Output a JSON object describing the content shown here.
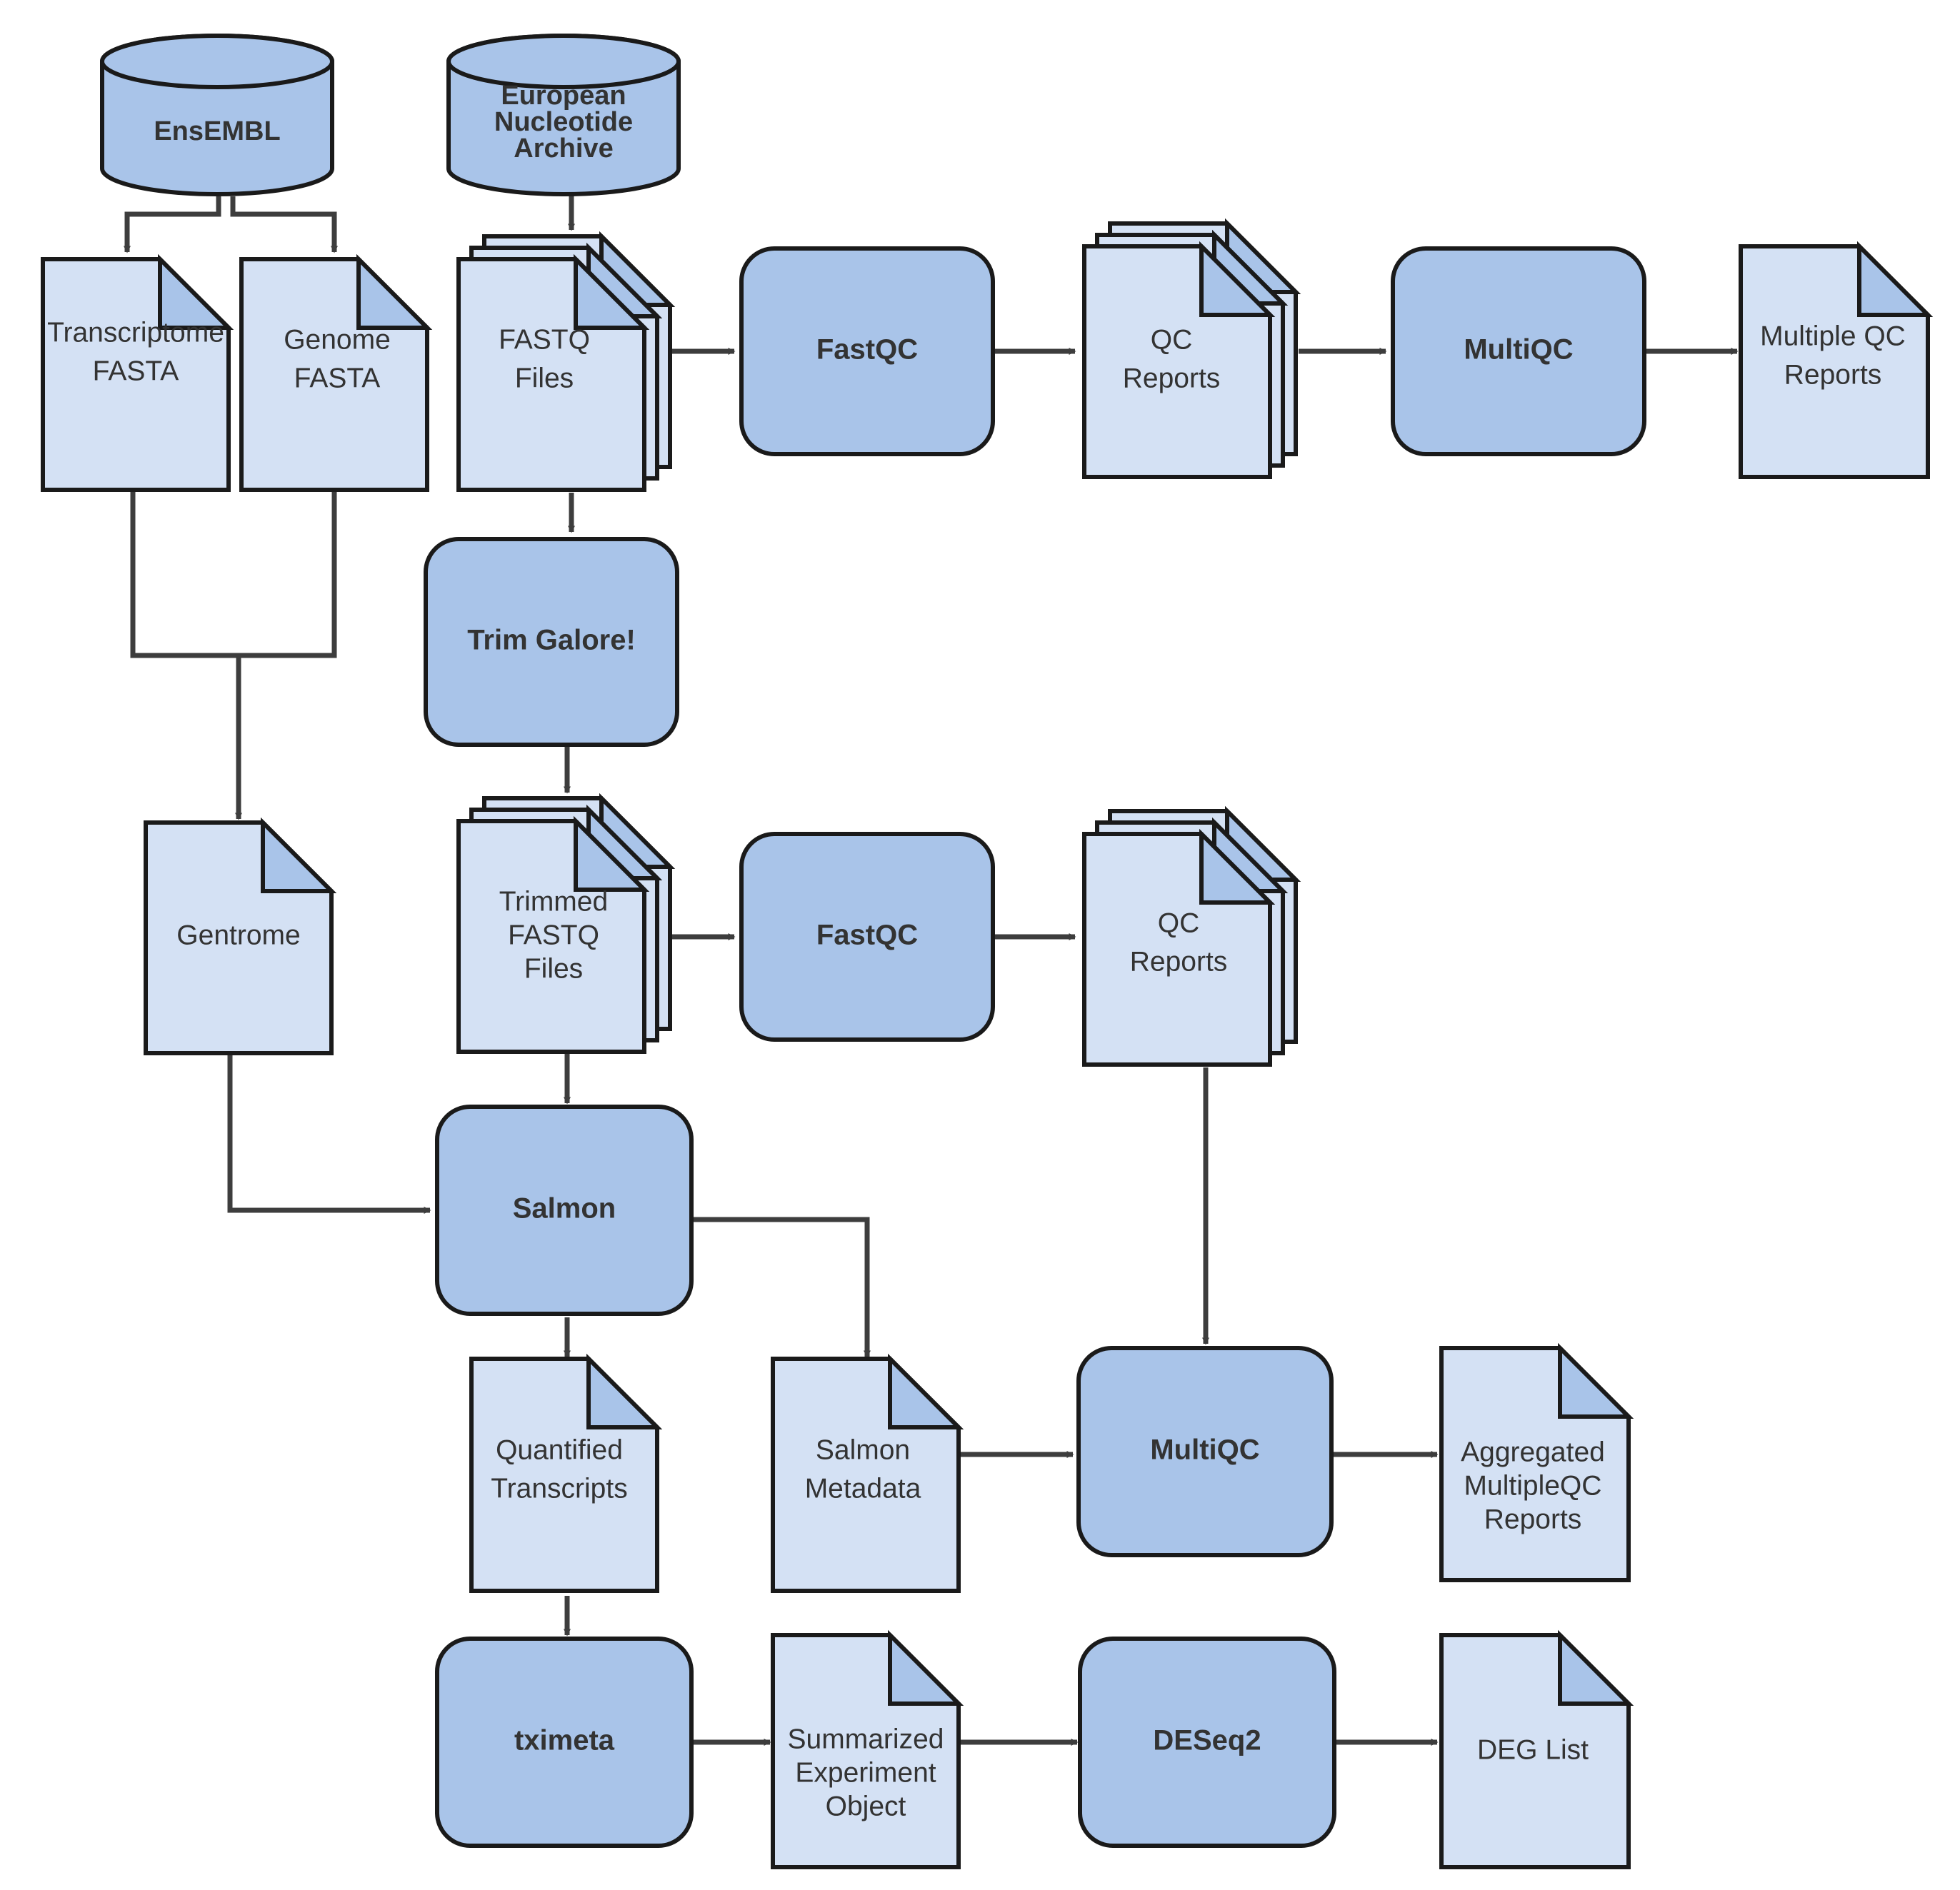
{
  "colors": {
    "process_fill": "#a9c4e9",
    "document_fill": "#d4e1f4",
    "database_fill": "#a9c4e9",
    "stroke": "#1a1a1a",
    "connector": "#3d3d3d",
    "text": "#333333"
  },
  "databases": {
    "ensembl": {
      "lines": [
        "EnsEMBL"
      ]
    },
    "ena": {
      "lines": [
        "European",
        "Nucleotide",
        "Archive"
      ]
    }
  },
  "processes": {
    "fastqc_1": {
      "label": "FastQC"
    },
    "multiqc_1": {
      "label": "MultiQC"
    },
    "trim_galore": {
      "label": "Trim Galore!"
    },
    "fastqc_2": {
      "label": "FastQC"
    },
    "salmon": {
      "label": "Salmon"
    },
    "multiqc_2": {
      "label": "MultiQC"
    },
    "tximeta": {
      "label": "tximeta"
    },
    "deseq2": {
      "label": "DESeq2"
    }
  },
  "documents": {
    "transcriptome_fasta": {
      "lines": [
        "Transcriptome",
        "FASTA"
      ],
      "stacked": false
    },
    "genome_fasta": {
      "lines": [
        "Genome",
        "FASTA"
      ],
      "stacked": false
    },
    "fastq_files": {
      "lines": [
        "FASTQ",
        "Files"
      ],
      "stacked": true
    },
    "qc_reports_1": {
      "lines": [
        "QC",
        "Reports"
      ],
      "stacked": true
    },
    "multiple_qc_reports": {
      "lines": [
        "Multiple QC",
        "Reports"
      ],
      "stacked": false
    },
    "gentrome": {
      "lines": [
        "Gentrome"
      ],
      "stacked": false
    },
    "trimmed_fastq_files": {
      "lines": [
        "Trimmed",
        "FASTQ",
        "Files"
      ],
      "stacked": true
    },
    "qc_reports_2": {
      "lines": [
        "QC",
        "Reports"
      ],
      "stacked": true
    },
    "quantified_transcripts": {
      "lines": [
        "Quantified",
        "Transcripts"
      ],
      "stacked": false
    },
    "salmon_metadata": {
      "lines": [
        "Salmon",
        "Metadata"
      ],
      "stacked": false
    },
    "aggregated_reports": {
      "lines": [
        "Aggregated",
        "MultipleQC",
        "Reports"
      ],
      "stacked": false
    },
    "summarized_experiment": {
      "lines": [
        "Summarized",
        "Experiment",
        "Object"
      ],
      "stacked": false
    },
    "deg_list": {
      "lines": [
        "DEG List"
      ],
      "stacked": false
    }
  },
  "connections": [
    {
      "from": "ensembl",
      "to": "transcriptome_fasta"
    },
    {
      "from": "ensembl",
      "to": "genome_fasta"
    },
    {
      "from": "ena",
      "to": "fastq_files"
    },
    {
      "from": "fastq_files",
      "to": "fastqc_1"
    },
    {
      "from": "fastqc_1",
      "to": "qc_reports_1"
    },
    {
      "from": "qc_reports_1",
      "to": "multiqc_1"
    },
    {
      "from": "multiqc_1",
      "to": "multiple_qc_reports"
    },
    {
      "from": "fastq_files",
      "to": "trim_galore"
    },
    {
      "from": "transcriptome_fasta",
      "to": "gentrome"
    },
    {
      "from": "genome_fasta",
      "to": "gentrome"
    },
    {
      "from": "trim_galore",
      "to": "trimmed_fastq_files"
    },
    {
      "from": "trimmed_fastq_files",
      "to": "fastqc_2"
    },
    {
      "from": "fastqc_2",
      "to": "qc_reports_2"
    },
    {
      "from": "trimmed_fastq_files",
      "to": "salmon"
    },
    {
      "from": "gentrome",
      "to": "salmon"
    },
    {
      "from": "salmon",
      "to": "quantified_transcripts"
    },
    {
      "from": "salmon",
      "to": "salmon_metadata"
    },
    {
      "from": "qc_reports_2",
      "to": "multiqc_2"
    },
    {
      "from": "salmon_metadata",
      "to": "multiqc_2"
    },
    {
      "from": "multiqc_2",
      "to": "aggregated_reports"
    },
    {
      "from": "quantified_transcripts",
      "to": "tximeta"
    },
    {
      "from": "tximeta",
      "to": "summarized_experiment"
    },
    {
      "from": "summarized_experiment",
      "to": "deseq2"
    },
    {
      "from": "deseq2",
      "to": "deg_list"
    }
  ]
}
